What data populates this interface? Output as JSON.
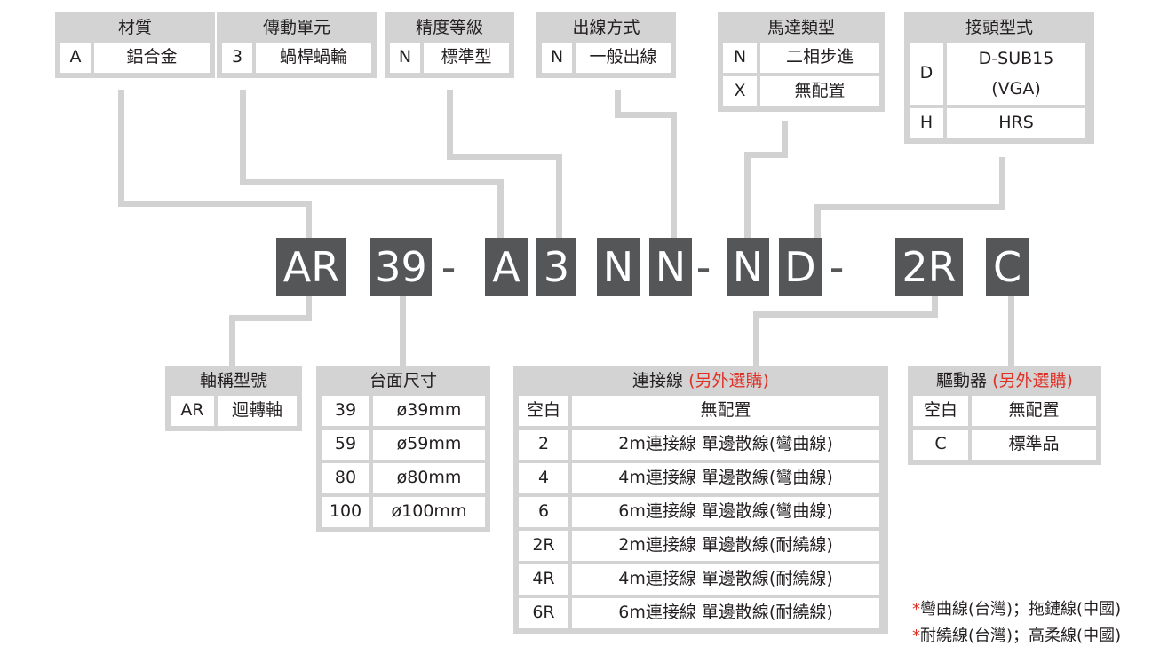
{
  "part_number": {
    "segments": [
      {
        "type": "block",
        "text": "AR"
      },
      {
        "type": "block",
        "text": "39"
      },
      {
        "type": "dash",
        "text": "-"
      },
      {
        "type": "block",
        "text": "A"
      },
      {
        "type": "block",
        "text": "3"
      },
      {
        "type": "block",
        "text": "N"
      },
      {
        "type": "block",
        "text": "N"
      },
      {
        "type": "dash",
        "text": "-"
      },
      {
        "type": "block",
        "text": "N"
      },
      {
        "type": "block",
        "text": "D"
      },
      {
        "type": "dash",
        "text": "-"
      },
      {
        "type": "block",
        "text": "2R"
      },
      {
        "type": "block",
        "text": "C"
      }
    ],
    "full": "AR39-A3NN-ND-2RC"
  },
  "groups": {
    "material": {
      "title": "材質",
      "rows": [
        {
          "code": "A",
          "desc": "鋁合金"
        }
      ]
    },
    "transmission": {
      "title": "傳動單元",
      "rows": [
        {
          "code": "3",
          "desc": "蝸桿蝸輪"
        }
      ]
    },
    "accuracy": {
      "title": "精度等級",
      "rows": [
        {
          "code": "N",
          "desc": "標準型"
        }
      ]
    },
    "wire_out": {
      "title": "出線方式",
      "rows": [
        {
          "code": "N",
          "desc": "一般出線"
        }
      ]
    },
    "motor_type": {
      "title": "馬達類型",
      "rows": [
        {
          "code": "N",
          "desc": "二相步進"
        },
        {
          "code": "X",
          "desc": "無配置"
        }
      ]
    },
    "connector_type": {
      "title": "接頭型式",
      "rows": [
        {
          "code": "D",
          "desc": "D-SUB15\n(VGA)"
        },
        {
          "code": "H",
          "desc": "HRS"
        }
      ]
    },
    "axis_model": {
      "title": "軸稱型號",
      "rows": [
        {
          "code": "AR",
          "desc": "迴轉軸"
        }
      ]
    },
    "table_size": {
      "title": "台面尺寸",
      "rows": [
        {
          "code": "39",
          "desc": "ø39mm"
        },
        {
          "code": "59",
          "desc": "ø59mm"
        },
        {
          "code": "80",
          "desc": "ø80mm"
        },
        {
          "code": "100",
          "desc": "ø100mm"
        }
      ]
    },
    "cable": {
      "title": "連接線",
      "title_option": "(另外選購)",
      "rows": [
        {
          "code": "空白",
          "desc": "無配置"
        },
        {
          "code": "2",
          "desc": "2m連接線 單邊散線(彎曲線)"
        },
        {
          "code": "4",
          "desc": "4m連接線 單邊散線(彎曲線)"
        },
        {
          "code": "6",
          "desc": "6m連接線 單邊散線(彎曲線)"
        },
        {
          "code": "2R",
          "desc": "2m連接線 單邊散線(耐繞線)"
        },
        {
          "code": "4R",
          "desc": "4m連接線 單邊散線(耐繞線)"
        },
        {
          "code": "6R",
          "desc": "6m連接線 單邊散線(耐繞線)"
        }
      ]
    },
    "driver": {
      "title": "驅動器",
      "title_option": "(另外選購)",
      "rows": [
        {
          "code": "空白",
          "desc": "無配置"
        },
        {
          "code": "C",
          "desc": "標準品"
        }
      ]
    }
  },
  "footnotes": [
    {
      "star": "*",
      "text": "彎曲線(台灣)；拖鏈線(中國)"
    },
    {
      "star": "*",
      "text": "耐繞線(台灣)；高柔線(中國)"
    }
  ],
  "colors": {
    "block": "#555658",
    "group_bg": "#d3d3d3",
    "line": "#d2d2d2",
    "accent_red": "#e03127"
  }
}
